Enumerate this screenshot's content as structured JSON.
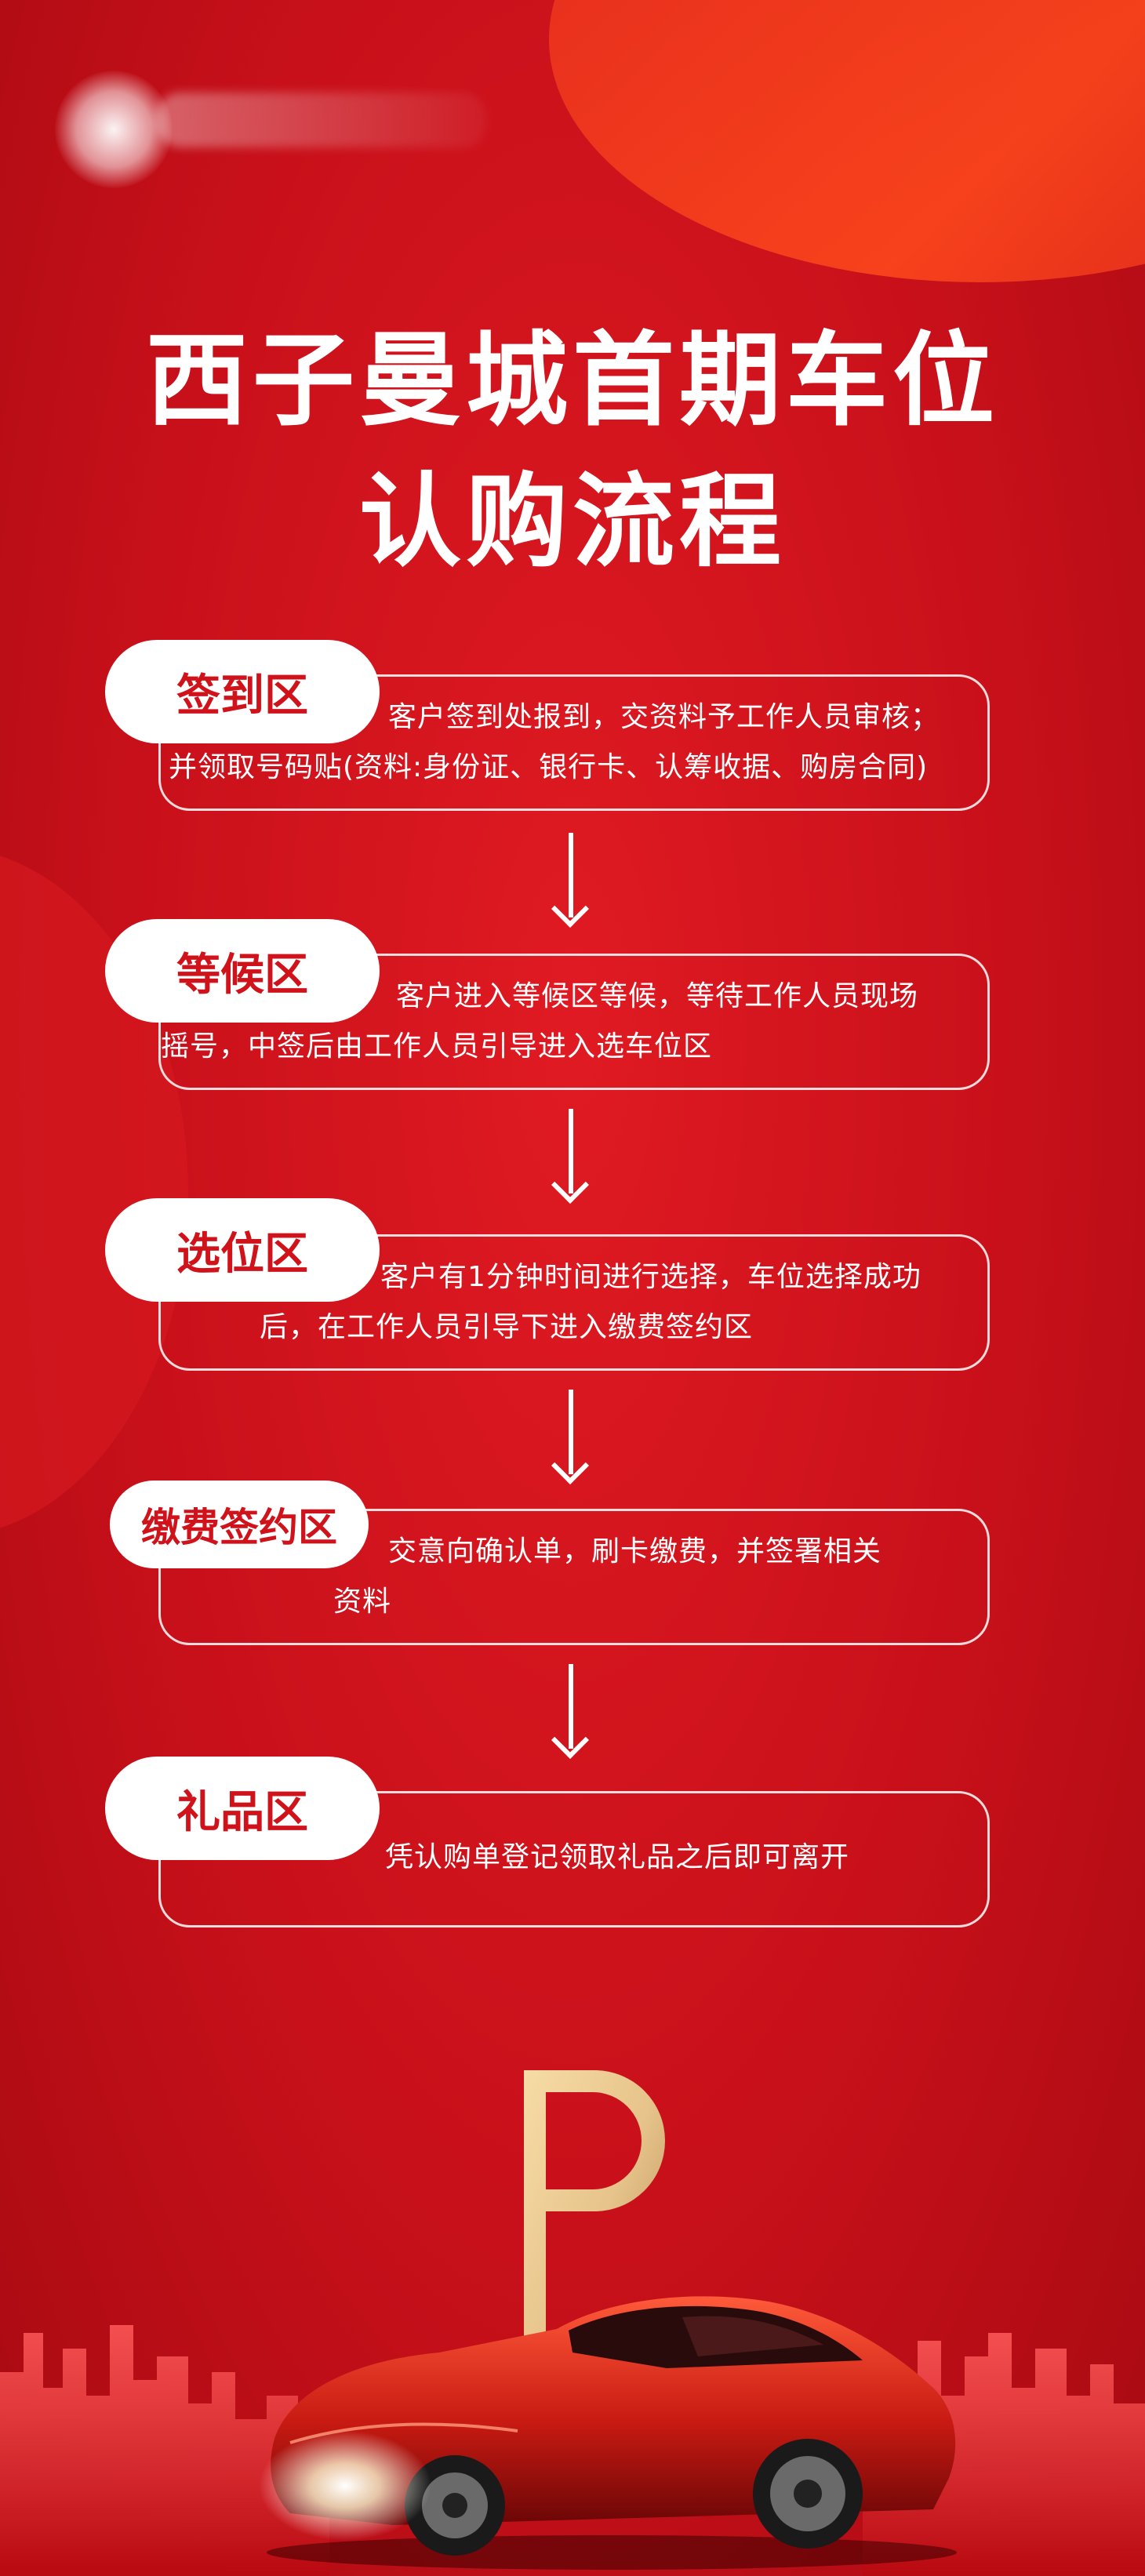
{
  "title": {
    "line1": "西子曼城首期车位",
    "line2": "认购流程"
  },
  "steps": [
    {
      "label": "签到区",
      "desc_line1": "客户签到处报到，交资料予工作人员审核；",
      "desc_line2": "并领取号码贴(资料:身份证、银行卡、认筹收据、购房合同)"
    },
    {
      "label": "等候区",
      "desc_line1": "客户进入等候区等候，等待工作人员现场",
      "desc_line2": "摇号，中签后由工作人员引导进入选车位区"
    },
    {
      "label": "选位区",
      "desc_line1": "客户有1分钟时间进行选择，车位选择成功",
      "desc_line2": "后，在工作人员引导下进入缴费签约区"
    },
    {
      "label": "缴费签约区",
      "desc_line1": "交意向确认单，刷卡缴费，并签署相关",
      "desc_line2": "资料"
    },
    {
      "label": "礼品区",
      "desc_line1": "凭认购单登记领取礼品之后即可离开"
    }
  ],
  "colors": {
    "background": "#c8101a",
    "accent_red": "#d0121b",
    "white": "#ffffff",
    "gold": "#e6c38a"
  },
  "icons": [
    "down-arrow-icon",
    "parking-p-icon",
    "sports-car-image",
    "city-skyline-image",
    "brand-logo"
  ]
}
